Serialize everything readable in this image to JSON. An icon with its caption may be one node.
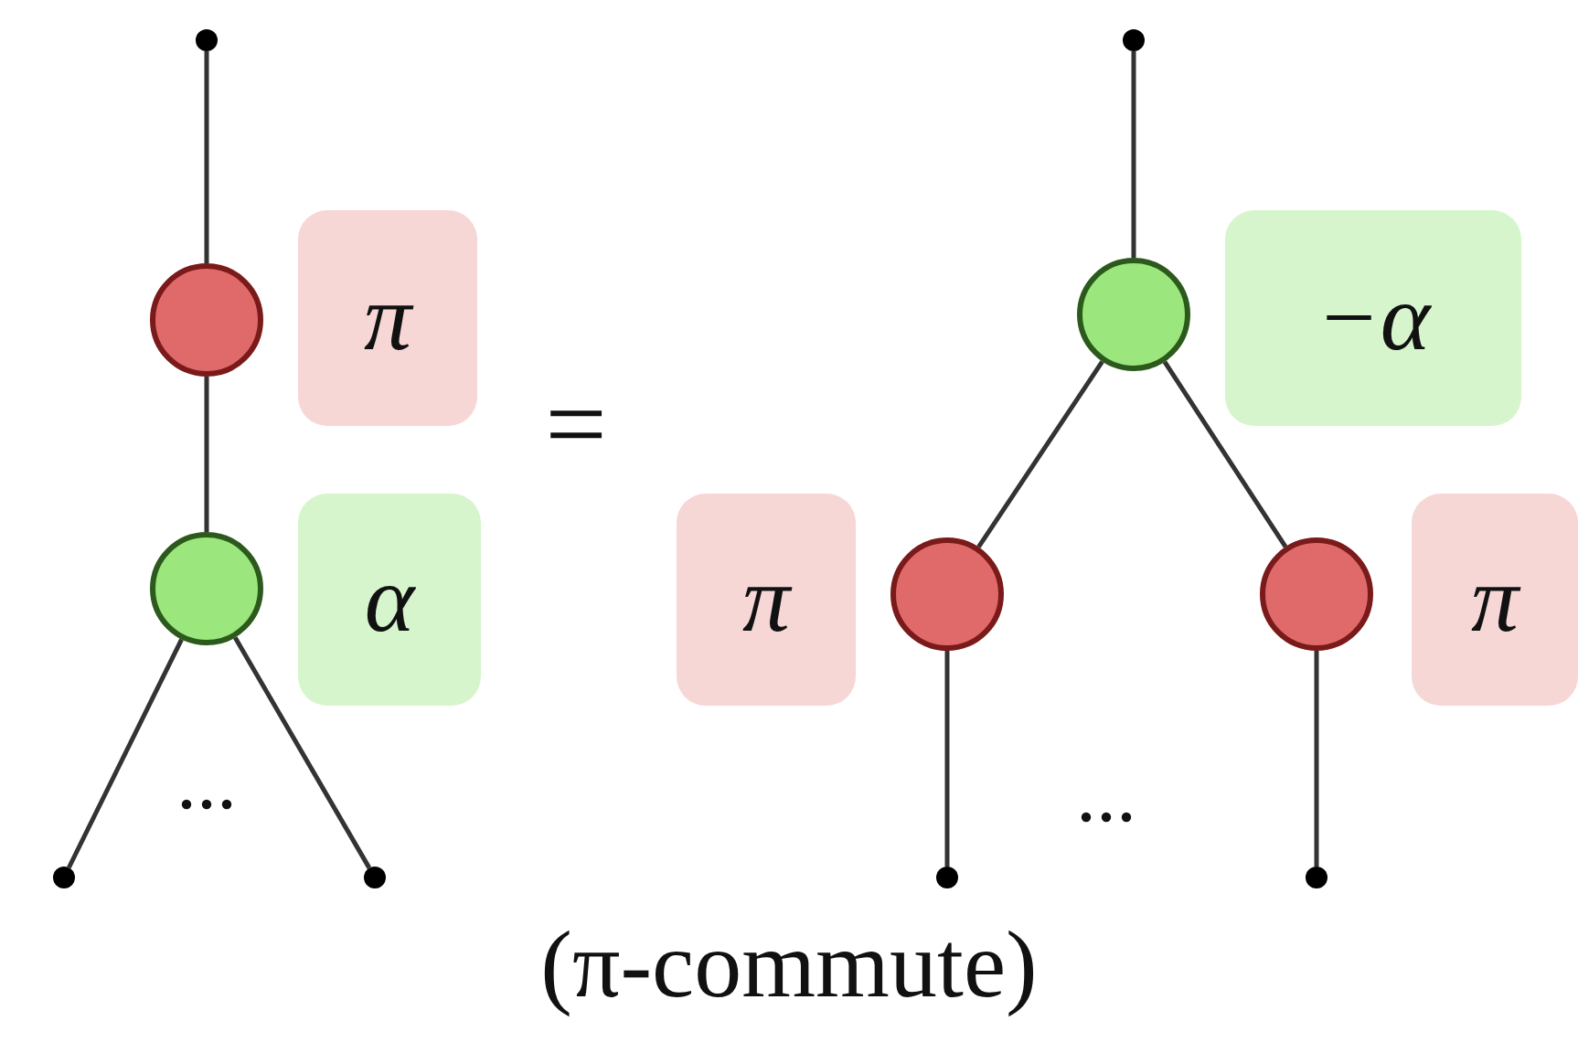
{
  "diagram": {
    "caption": "(π-commute)",
    "nodes": [
      {
        "text": [],
        "shape": "circle"
      },
      {
        "text": [],
        "shape": "circle"
      },
      {
        "text": [
          "π"
        ]
      },
      {
        "text": [],
        "shape": "circle"
      },
      {
        "text": [
          "α"
        ]
      },
      {
        "text": [],
        "shape": "circle"
      },
      {
        "text": [],
        "shape": "circle"
      },
      {
        "text": [],
        "shape": "circle"
      },
      {
        "text": [],
        "shape": "circle"
      },
      {
        "text": [
          "−α"
        ]
      },
      {
        "text": [
          "π"
        ]
      },
      {
        "text": [],
        "shape": "circle"
      },
      {
        "text": [],
        "shape": "circle"
      },
      {
        "text": [
          "π"
        ]
      },
      {
        "text": [],
        "shape": "circle"
      },
      {
        "text": [],
        "shape": "circle"
      }
    ],
    "edges": [
      {
        "from": 0,
        "to": 1,
        "arrow": "none"
      },
      {
        "from": 1,
        "to": 3,
        "arrow": "none"
      },
      {
        "from": 3,
        "to": 5,
        "arrow": "none"
      },
      {
        "from": 3,
        "to": 6,
        "arrow": "none"
      },
      {
        "from": 7,
        "to": 8,
        "arrow": "none"
      },
      {
        "from": 8,
        "to": 11,
        "arrow": "none"
      },
      {
        "from": 8,
        "to": 12,
        "arrow": "none"
      },
      {
        "from": 11,
        "to": 14,
        "arrow": "none"
      },
      {
        "from": 12,
        "to": 15,
        "arrow": "none"
      }
    ],
    "labels": [
      "=",
      "...",
      "..."
    ]
  }
}
